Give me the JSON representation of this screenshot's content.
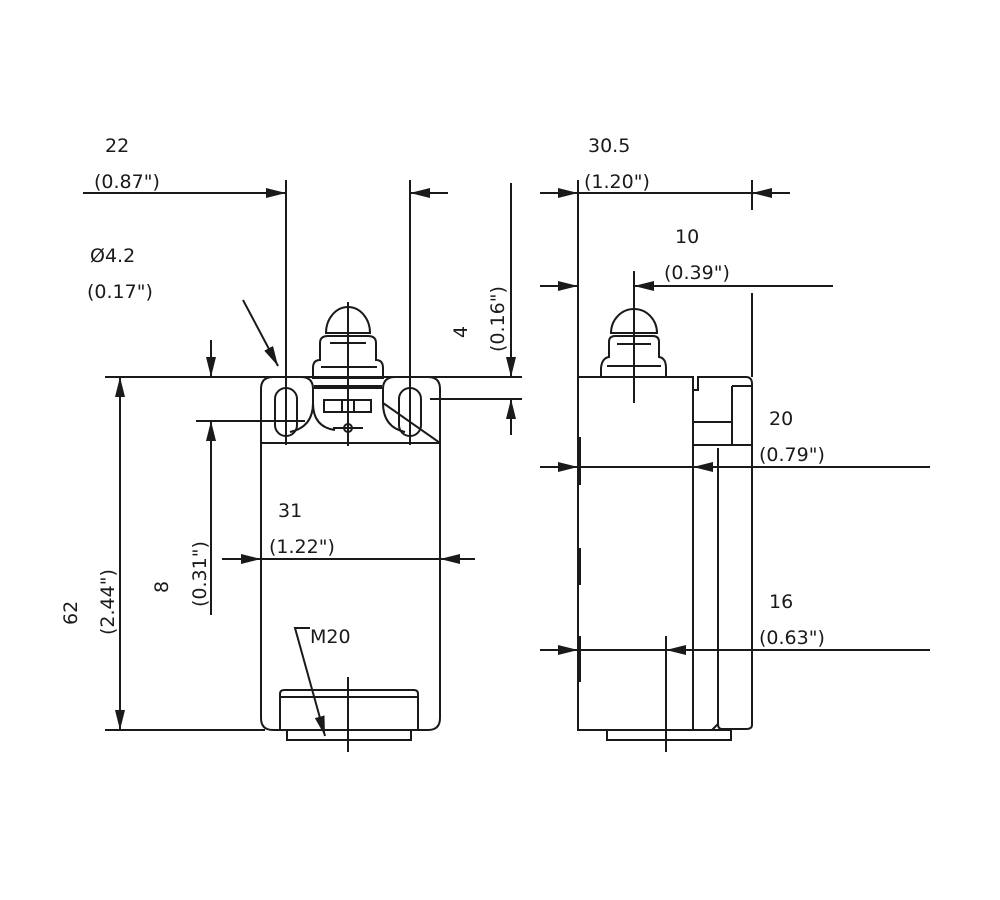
{
  "colors": {
    "line": "#1a1a1a",
    "background": "#ffffff"
  },
  "front_view": {
    "width_holes": {
      "mm": "22",
      "inch": "(0.87\")"
    },
    "hole_diameter": {
      "mm": "Ø4.2",
      "inch": "(0.17\")"
    },
    "hole_offset_top": {
      "mm": "4",
      "inch": "(0.16\")"
    },
    "body_width": {
      "mm": "31",
      "inch": "(1.22\")"
    },
    "hole_depth": {
      "mm": "8",
      "inch": "(0.31\")"
    },
    "height": {
      "mm": "62",
      "inch": "(2.44\")"
    },
    "thread": "M20"
  },
  "side_view": {
    "depth": {
      "mm": "30.5",
      "inch": "(1.20\")"
    },
    "plunger_offset": {
      "mm": "10",
      "inch": "(0.39\")"
    },
    "lever_offset": {
      "mm": "20",
      "inch": "(0.79\")"
    },
    "gland_offset": {
      "mm": "16",
      "inch": "(0.63\")"
    }
  }
}
